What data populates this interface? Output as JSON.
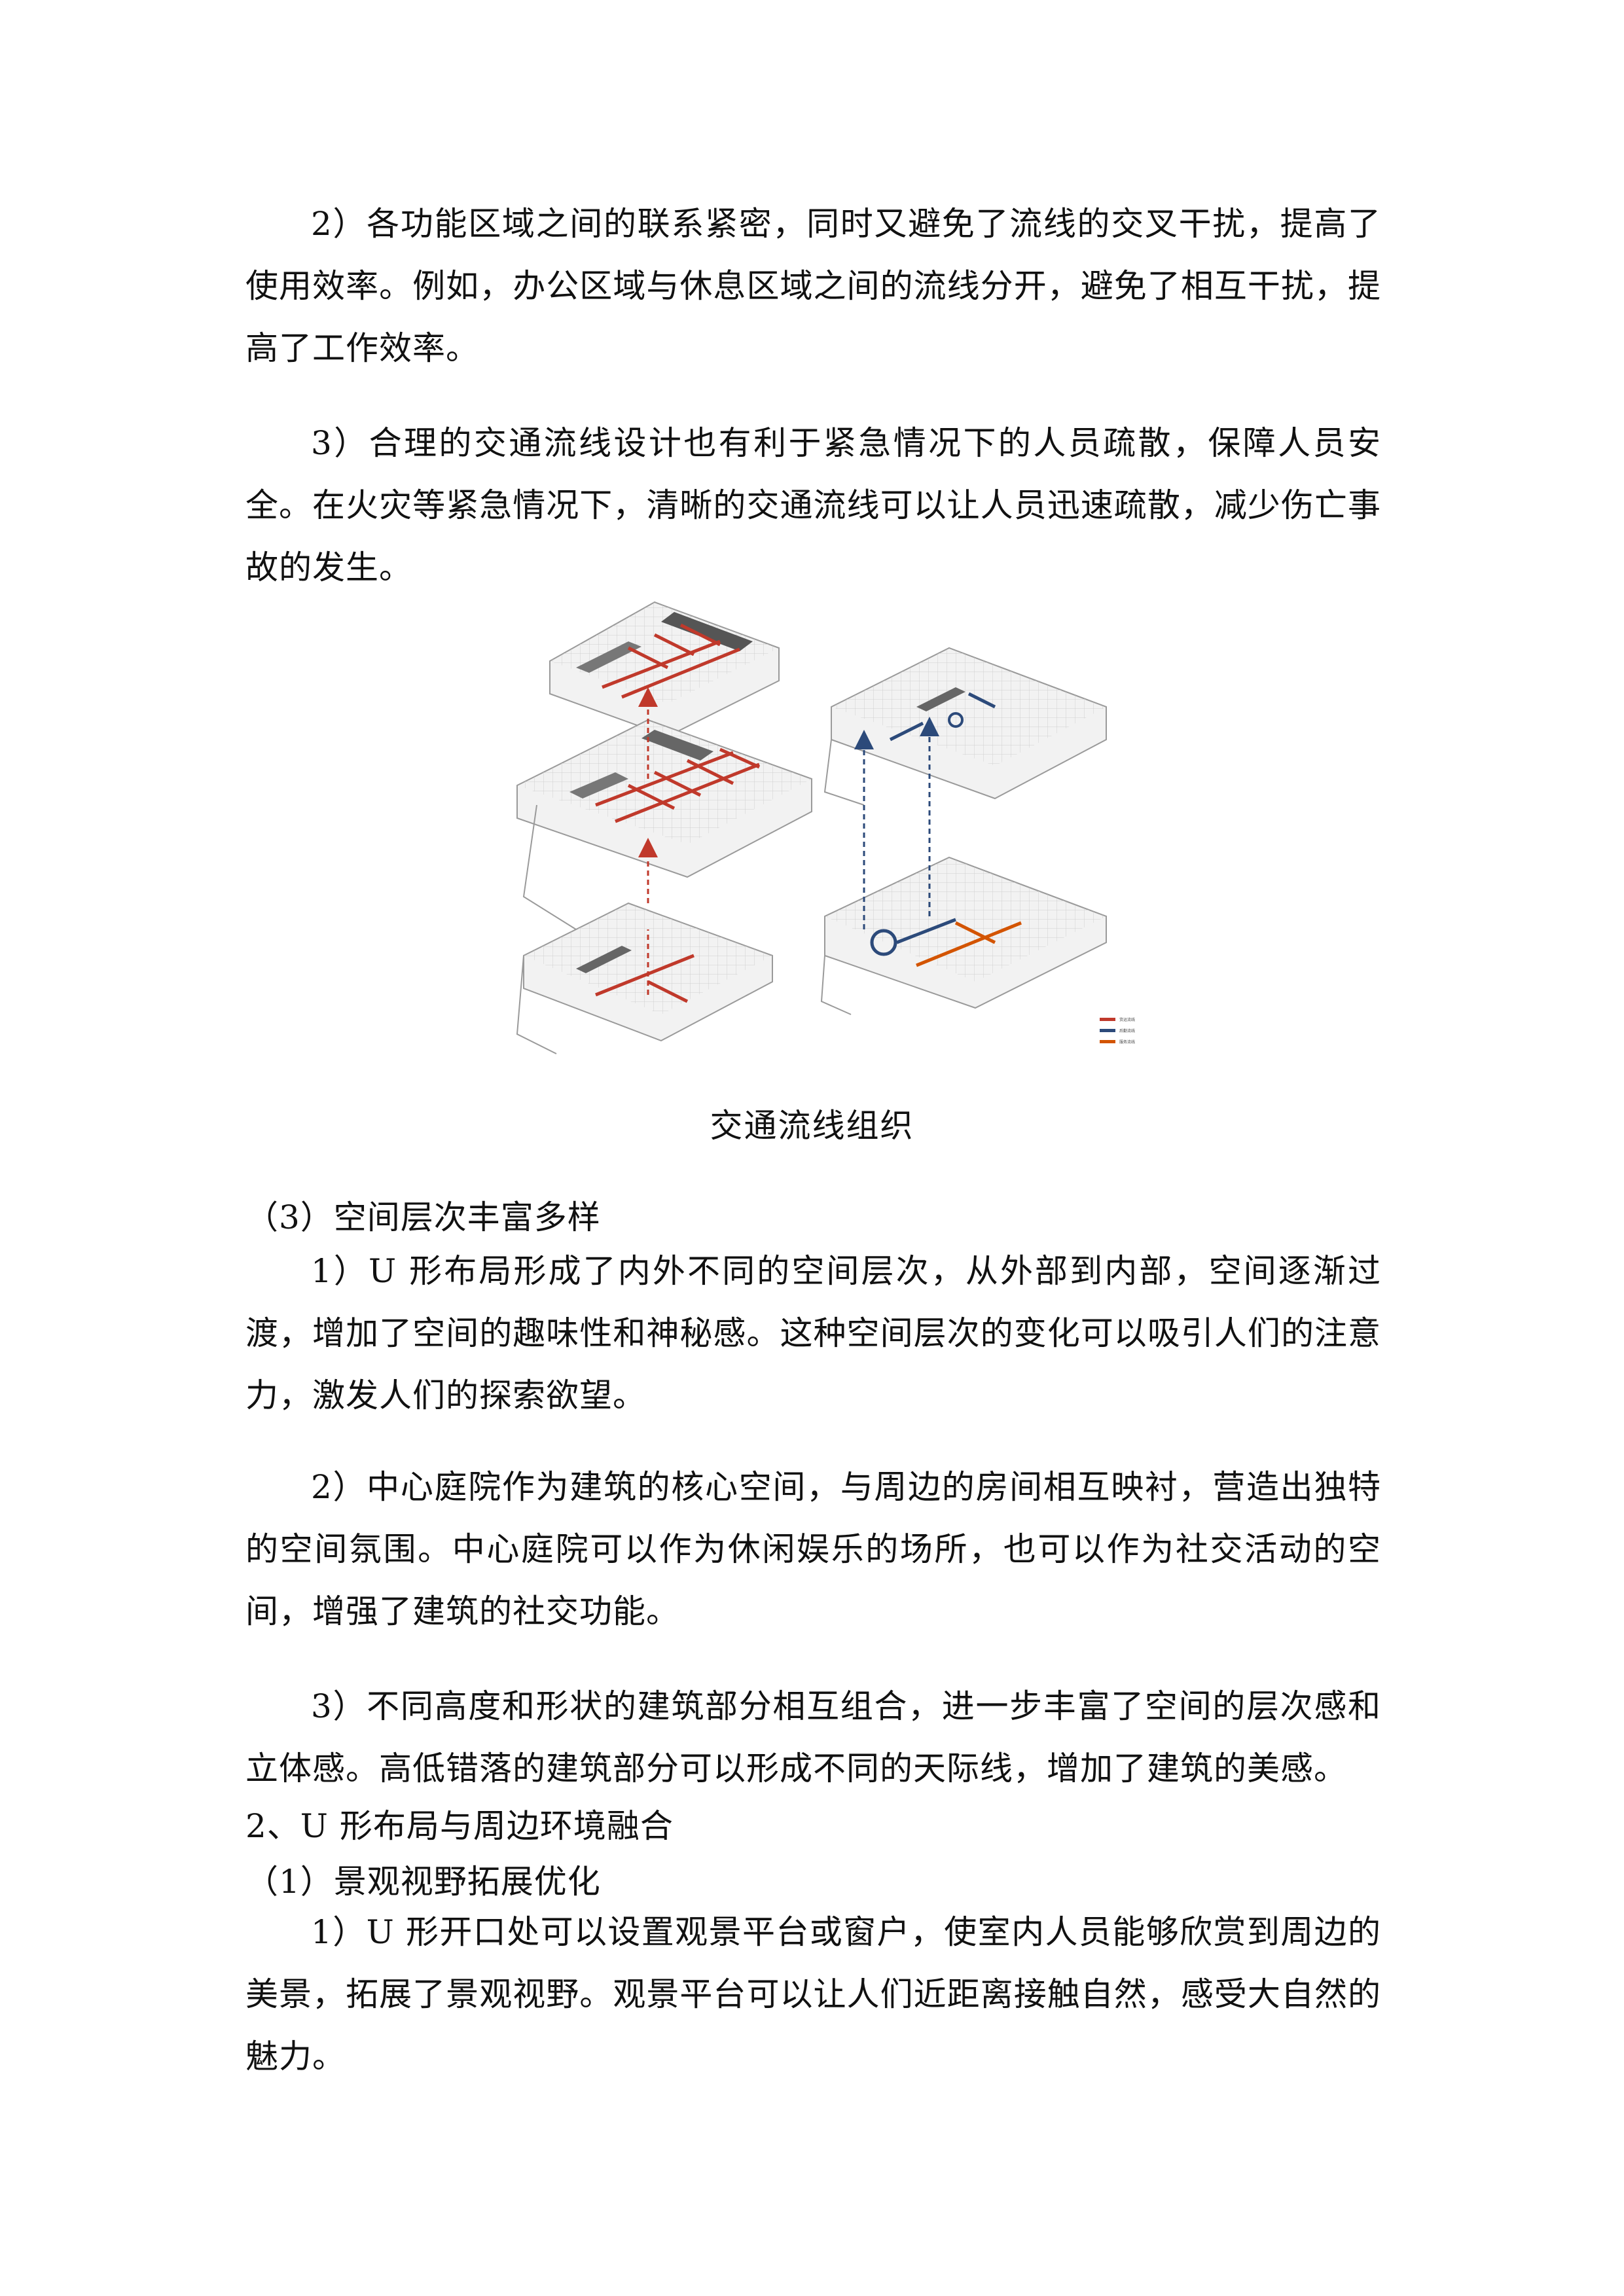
{
  "paragraphs": {
    "p1": "2）各功能区域之间的联系紧密，同时又避免了流线的交叉干扰，提高了使用效率。例如，办公区域与休息区域之间的流线分开，避免了相互干扰，提高了工作效率。",
    "p2": "3）合理的交通流线设计也有利于紧急情况下的人员疏散，保障人员安全。在火灾等紧急情况下，清晰的交通流线可以让人员迅速疏散，减少伤亡事故的发生。",
    "p4": "1）U 形布局形成了内外不同的空间层次，从外部到内部，空间逐渐过渡，增加了空间的趣味性和神秘感。这种空间层次的变化可以吸引人们的注意力，激发人们的探索欲望。",
    "p5": "2）中心庭院作为建筑的核心空间，与周边的房间相互映衬，营造出独特的空间氛围。中心庭院可以作为休闲娱乐的场所，也可以作为社交活动的空间，增强了建筑的社交功能。",
    "p6": "3）不同高度和形状的建筑部分相互组合，进一步丰富了空间的层次感和立体感。高低错落的建筑部分可以形成不同的天际线，增加了建筑的美感。",
    "p9": "1）U 形开口处可以设置观景平台或窗户，使室内人员能够欣赏到周边的美景，拓展了景观视野。观景平台可以让人们近距离接触自然，感受大自然的魅力。"
  },
  "headings": {
    "h3": "（3）空间层次丰富多样",
    "h2": "2、U 形布局与周边环境融合",
    "h1": "（1）景观视野拓展优化"
  },
  "figure": {
    "caption": "交通流线组织",
    "legend": [
      "货运流线",
      "后勤流线",
      "服务流线"
    ],
    "colors": {
      "red": "#c0392b",
      "blue": "#2c4a7a",
      "orange": "#d35400",
      "plan_line": "#9a9a9a",
      "plan_fill": "#f2f2f2"
    }
  }
}
